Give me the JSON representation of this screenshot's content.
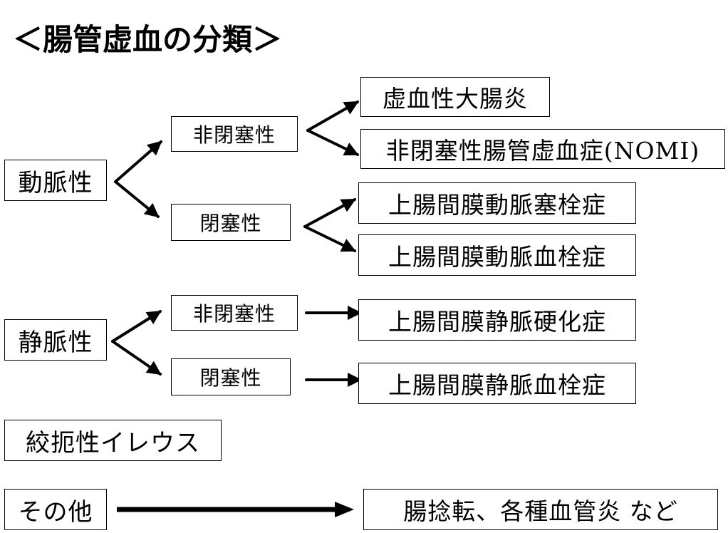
{
  "title": "＜腸管虚血の分類＞",
  "root": {
    "arterial": "動脈性",
    "venous": "静脈性",
    "strangulated": "絞扼性イレウス",
    "other": "その他"
  },
  "arterial_children": {
    "nonocclusive": "非閉塞性",
    "occlusive": "閉塞性"
  },
  "venous_children": {
    "nonocclusive": "非閉塞性",
    "occlusive": "閉塞性"
  },
  "results": {
    "ischemic_colitis": "虚血性大腸炎",
    "nomi": "非閉塞性腸管虚血症(NOMI)",
    "sma_embolism": "上腸間膜動脈塞栓症",
    "sma_thrombosis": "上腸間膜動脈血栓症",
    "smv_sclerosis": "上腸間膜静脈硬化症",
    "smv_thrombosis": "上腸間膜静脈血栓症",
    "other_list": "腸捻転、各種血管炎 など"
  }
}
